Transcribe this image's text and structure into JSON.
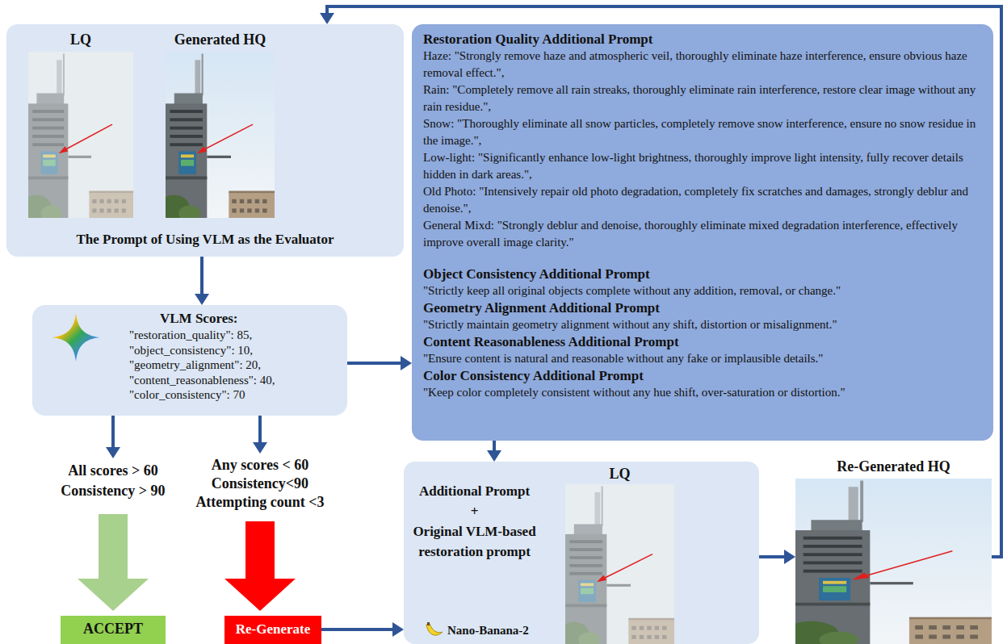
{
  "diagram": {
    "nodes": [
      {
        "text": [
          "The Prompt of Using VLM as the Evaluator"
        ]
      },
      {
        "text": [
          "LQ"
        ],
        "in": 0
      },
      {
        "text": [
          "Generated HQ"
        ],
        "in": 0
      },
      {
        "text": [
          "Restoration Quality Additional Prompt",
          "Haze: \"Strongly remove haze and atmospheric veil, thoroughly eliminate haze interference, ensure obvious haze removal effect.\",",
          "Rain: \"Completely remove all rain streaks, thoroughly eliminate rain interference, restore clear image without any rain residue.\",",
          "Snow: \"Thoroughly eliminate all snow particles, completely remove snow interference, ensure no snow residue in the image.\",",
          "Low-light: \"Significantly enhance low-light brightness, thoroughly improve light intensity, fully recover details hidden in dark areas.\",",
          "Old Photo: \"Intensively repair old photo degradation, completely fix scratches and damages, strongly deblur and denoise.\",",
          "General Mixd: \"Strongly deblur and denoise, thoroughly eliminate mixed degradation interference, effectively improve overall image clarity.\"",
          "Object Consistency Additional Prompt",
          "\"Strictly keep all original objects complete without any addition, removal, or change.\"",
          "Geometry Alignment Additional Prompt",
          "\"Strictly maintain geometry alignment without any shift, distortion or misalignment.\"",
          "Content Reasonableness Additional Prompt",
          "\"Ensure content is natural and reasonable without any fake or implausible details.\"",
          "Color Consistency Additional Prompt",
          "\"Keep color completely consistent without any hue shift, over-saturation or distortion.\""
        ]
      },
      {
        "text": [
          "VLM Scores:",
          "\"restoration_quality\": 85,",
          "\"object_consistency\": 10,",
          "\"geometry_alignment\": 20,",
          "\"content_reasonableness\": 40,",
          "\"color_consistency\": 70"
        ]
      },
      {
        "text": [
          "All scores > 60 Consistency > 90"
        ]
      },
      {
        "text": [
          "Any scores < 60 Consistency<90 Attempting count <3"
        ]
      },
      {
        "text": [
          "Additional Prompt",
          "+",
          "Original VLM-based restoration prompt",
          "Nano-Banana-2"
        ]
      },
      {
        "text": [
          "LQ"
        ],
        "in": 7
      },
      {
        "text": [
          "Re-Generated HQ"
        ]
      },
      {
        "text": [
          "ACCEPT"
        ]
      },
      {
        "text": [
          "Re-Generate"
        ]
      }
    ],
    "edges": [
      {
        "from": 0,
        "to": 4,
        "arrow": "to"
      },
      {
        "from": 4,
        "to": 3,
        "arrow": "to"
      },
      {
        "from": 4,
        "to": 5,
        "arrow": "to"
      },
      {
        "from": 4,
        "to": 6,
        "arrow": "to"
      },
      {
        "from": 5,
        "to": 10,
        "arrow": "to"
      },
      {
        "from": 6,
        "to": 11,
        "arrow": "to"
      },
      {
        "from": 3,
        "to": 7,
        "arrow": "to"
      },
      {
        "from": 11,
        "to": 7,
        "arrow": "to"
      },
      {
        "from": 7,
        "to": 9,
        "arrow": "to"
      },
      {
        "from": 9,
        "to": 0,
        "arrow": "to"
      }
    ]
  }
}
